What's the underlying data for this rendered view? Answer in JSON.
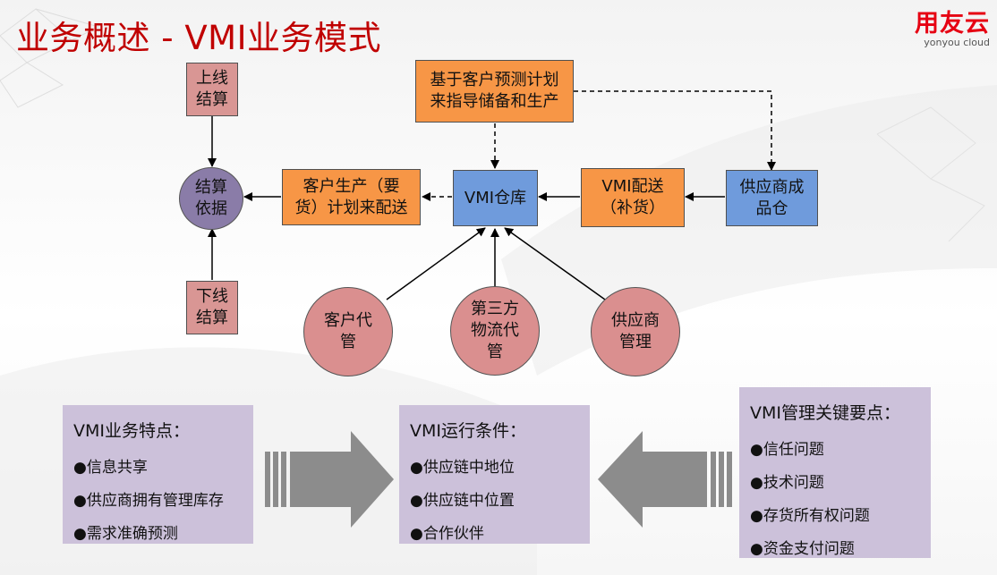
{
  "header": {
    "title": "业务概述 - VMI业务模式"
  },
  "logo": {
    "cn": "用友云",
    "en": "yonyou cloud"
  },
  "diagram": {
    "top_settle": "上线\n结算",
    "bottom_settle": "下线\n结算",
    "basis": "结算\n依据",
    "forecast": "基于客户预测计划\n来指导储备和生产",
    "customer_plan": "客户生产（要\n货）计划来配送",
    "vmi_warehouse": "VMI仓库",
    "vmi_delivery": "VMI配送\n（补货）",
    "supplier_goods": "供应商成\n品仓",
    "customer_managed": "客户代\n管",
    "third_party": "第三方\n物流代\n管",
    "supplier_managed": "供应商\n管理"
  },
  "panels": {
    "features": {
      "title": "VMI业务特点：",
      "items": [
        "●信息共享",
        "●供应商拥有管理库存",
        "●需求准确预测"
      ]
    },
    "conditions": {
      "title": "VMI运行条件：",
      "items": [
        "●供应链中地位",
        "●供应链中位置",
        "●合作伙伴"
      ]
    },
    "keypoints": {
      "title": "VMI管理关键要点：",
      "items": [
        "●信任问题",
        "●技术问题",
        "●存货所有权问题",
        "●资金支付问题"
      ]
    }
  },
  "colors": {
    "title": "#c00000",
    "logo": "#e60012",
    "orange": "#f79646",
    "blue": "#6f9bdc",
    "pink": "#d99694",
    "purple": "#8a7ca8",
    "panel": "#ccc1da",
    "arrow": "#8c8c8c"
  }
}
